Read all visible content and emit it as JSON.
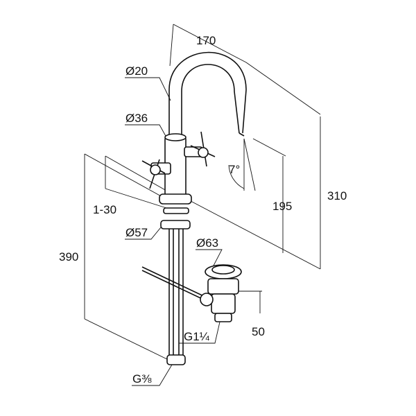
{
  "drawing": {
    "dimensions": {
      "spout_reach": "170",
      "spout_angle": "7°",
      "spout_diameter": "Ø20",
      "body_diameter": "Ø36",
      "outlet_height": "195",
      "total_height": "310",
      "deck_thickness": "1-30",
      "base_diameter": "Ø57",
      "hose_length": "390",
      "drain_diameter": "Ø63",
      "drain_height": "50",
      "drain_thread": "G1¼",
      "supply_thread": "G⅜"
    }
  }
}
